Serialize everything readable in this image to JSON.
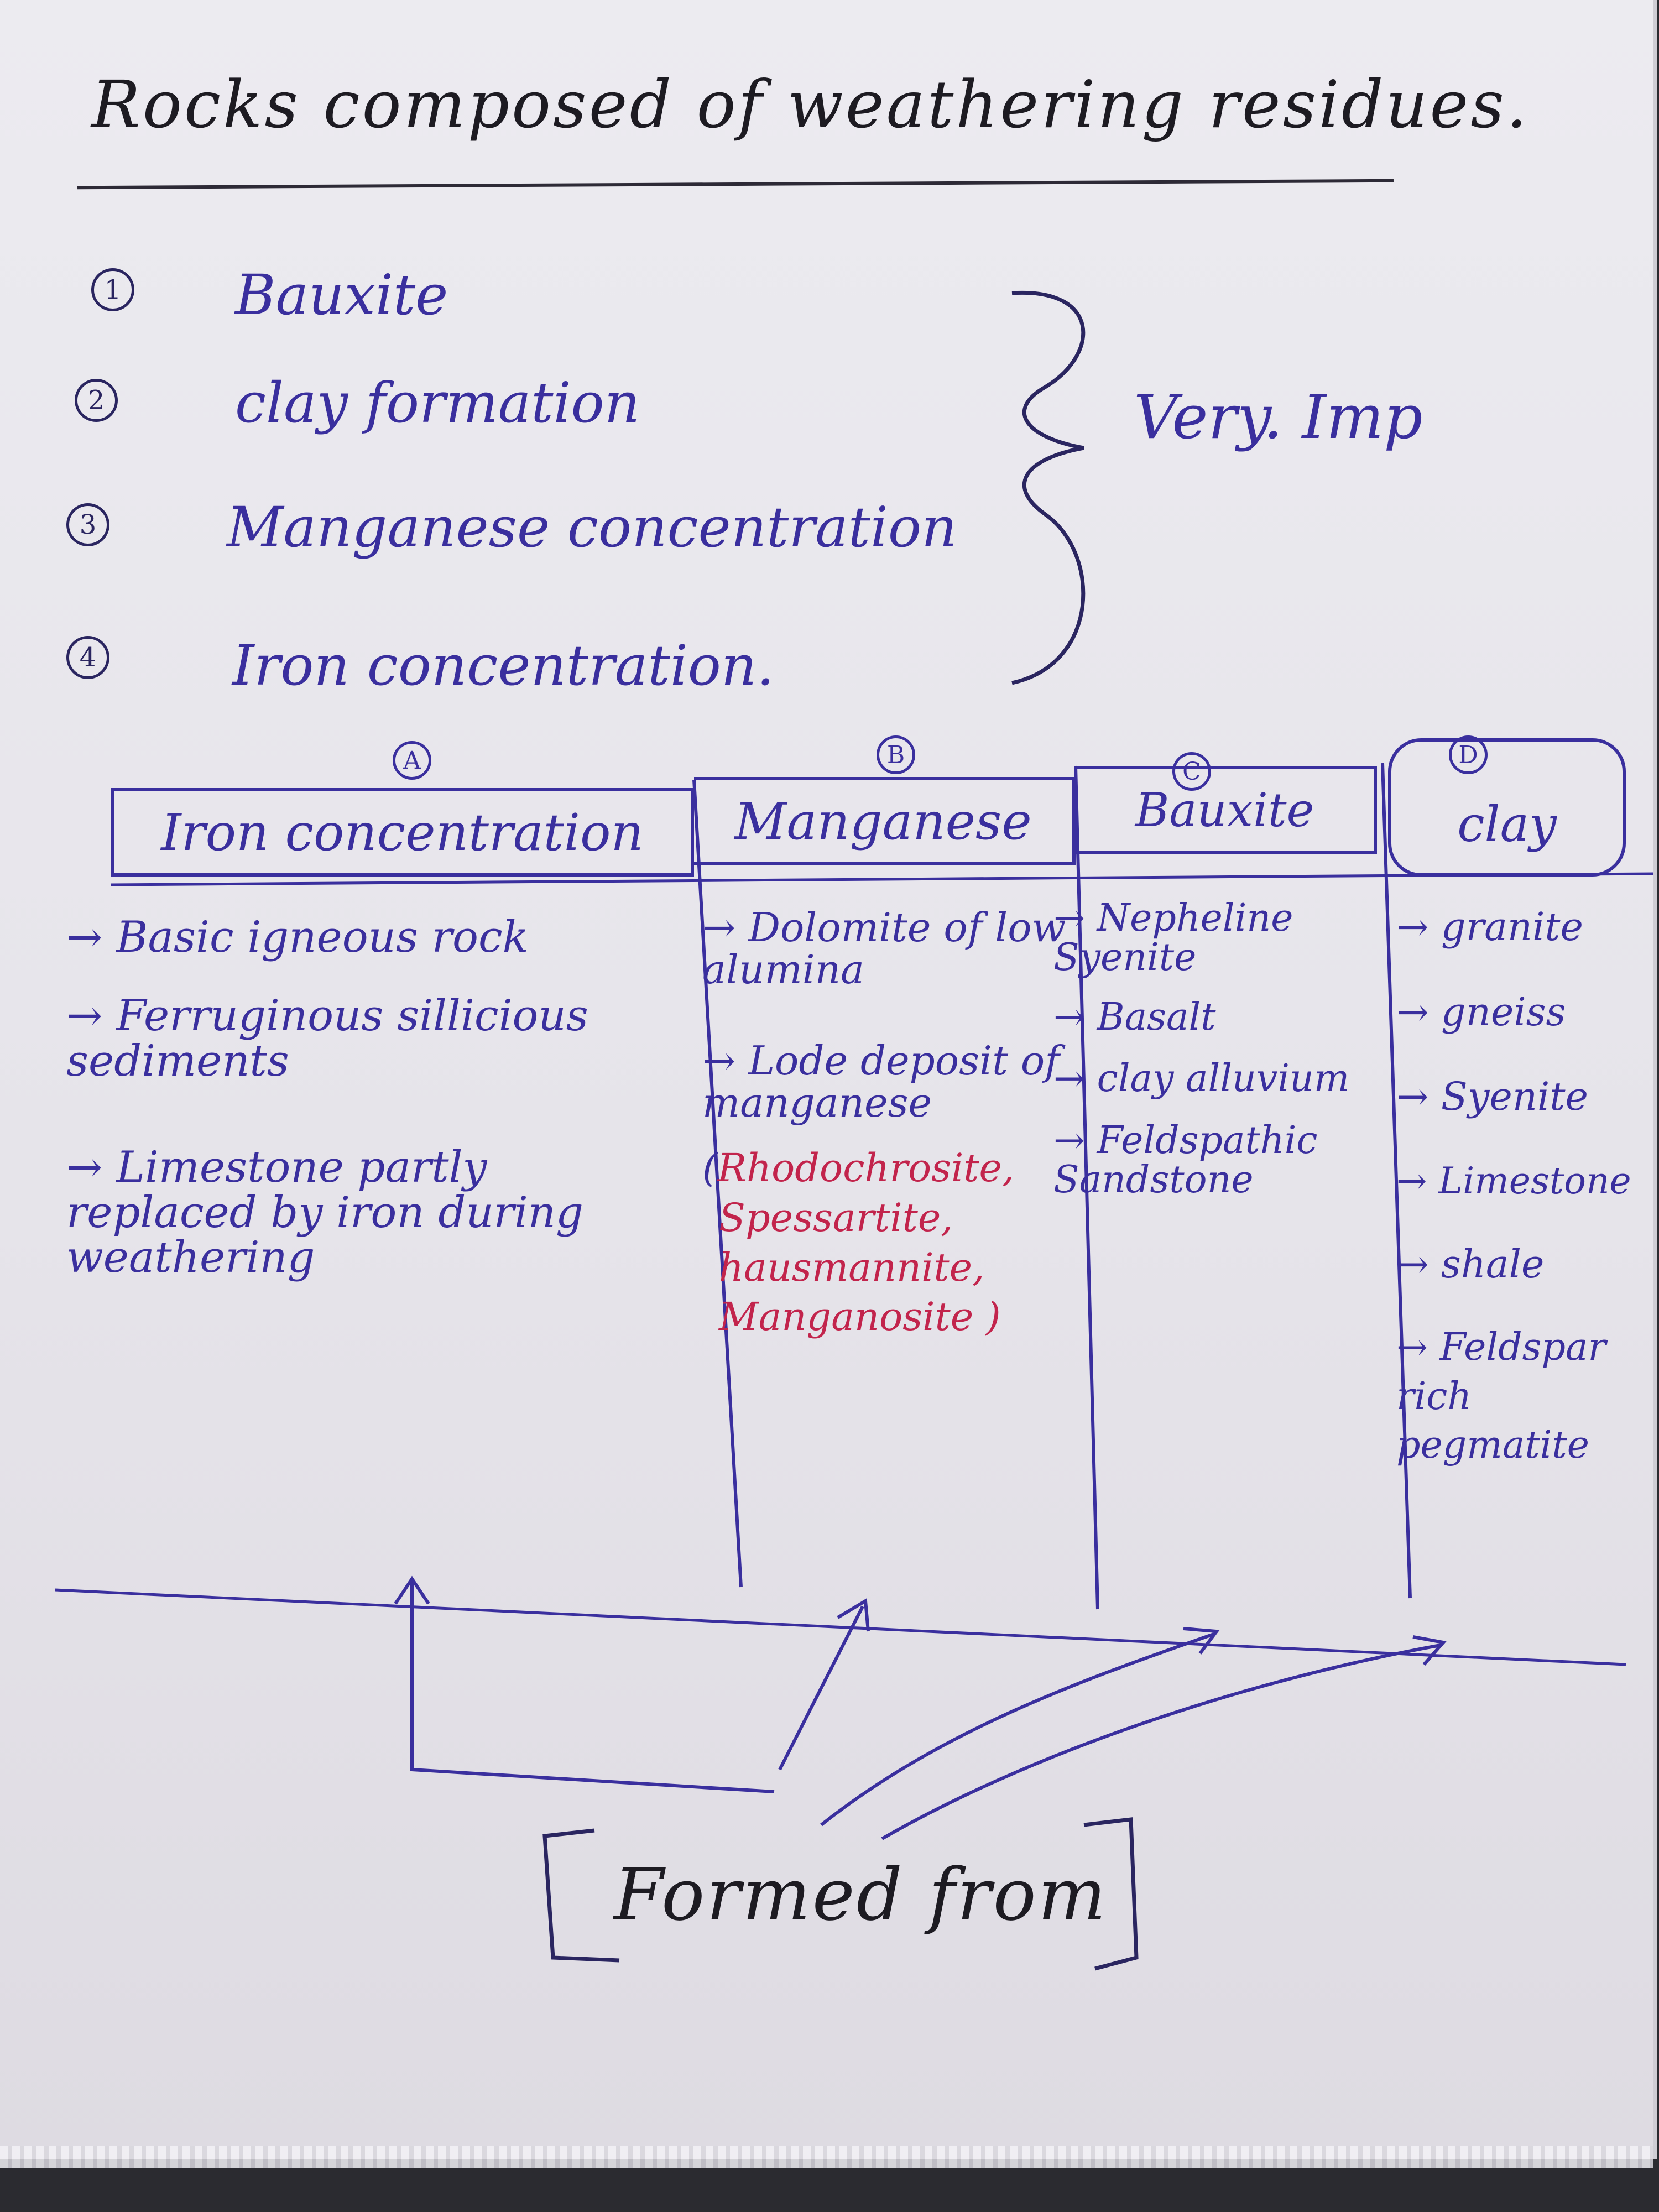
{
  "title": "Rocks composed of weathering residues.",
  "list": [
    {
      "num": "1",
      "text": "Bauxite"
    },
    {
      "num": "2",
      "text": "clay formation"
    },
    {
      "num": "3",
      "text": "Manganese concentration"
    },
    {
      "num": "4",
      "text": "Iron concentration."
    }
  ],
  "brace_note": "Very. Imp",
  "columns": [
    {
      "letter": "A",
      "header": "Iron concentration",
      "items": [
        {
          "marker": "→",
          "text": "Basic igneous rock"
        },
        {
          "marker": "→",
          "text": "Ferruginous sillicious sediments"
        },
        {
          "marker": "→",
          "text": "Limestone partly replaced by iron during weathering"
        }
      ]
    },
    {
      "letter": "B",
      "header": "Manganese",
      "items": [
        {
          "marker": "→",
          "text": "Dolomite of low alumina"
        },
        {
          "marker": "→",
          "text": "Lode deposit of manganese"
        }
      ],
      "minerals_open": "(",
      "minerals": [
        "Rhodochrosite,",
        "Spessartite,",
        "hausmannite,",
        "Manganosite )"
      ]
    },
    {
      "letter": "C",
      "header": "Bauxite",
      "items": [
        {
          "marker": "→",
          "text": "Nepheline Syenite"
        },
        {
          "marker": "→",
          "text": "Basalt"
        },
        {
          "marker": "→",
          "text": "clay alluvium"
        },
        {
          "marker": "→",
          "text": "Feldspathic Sandstone"
        }
      ]
    },
    {
      "letter": "D",
      "header": "clay",
      "items": [
        {
          "marker": "→",
          "text": "granite"
        },
        {
          "marker": "→",
          "text": "gneiss"
        },
        {
          "marker": "→",
          "text": "Syenite"
        },
        {
          "marker": "→",
          "text": "Limestone"
        },
        {
          "marker": "→",
          "text": "shale"
        },
        {
          "marker": "→",
          "text": "Feldspar rich pegmatite"
        }
      ]
    }
  ],
  "footer_label": "Formed from",
  "colors": {
    "ink": "#3a2f9e",
    "red_ink": "#c2244c",
    "black_ink": "#1d1b22",
    "paper": "#e9e8ed"
  }
}
